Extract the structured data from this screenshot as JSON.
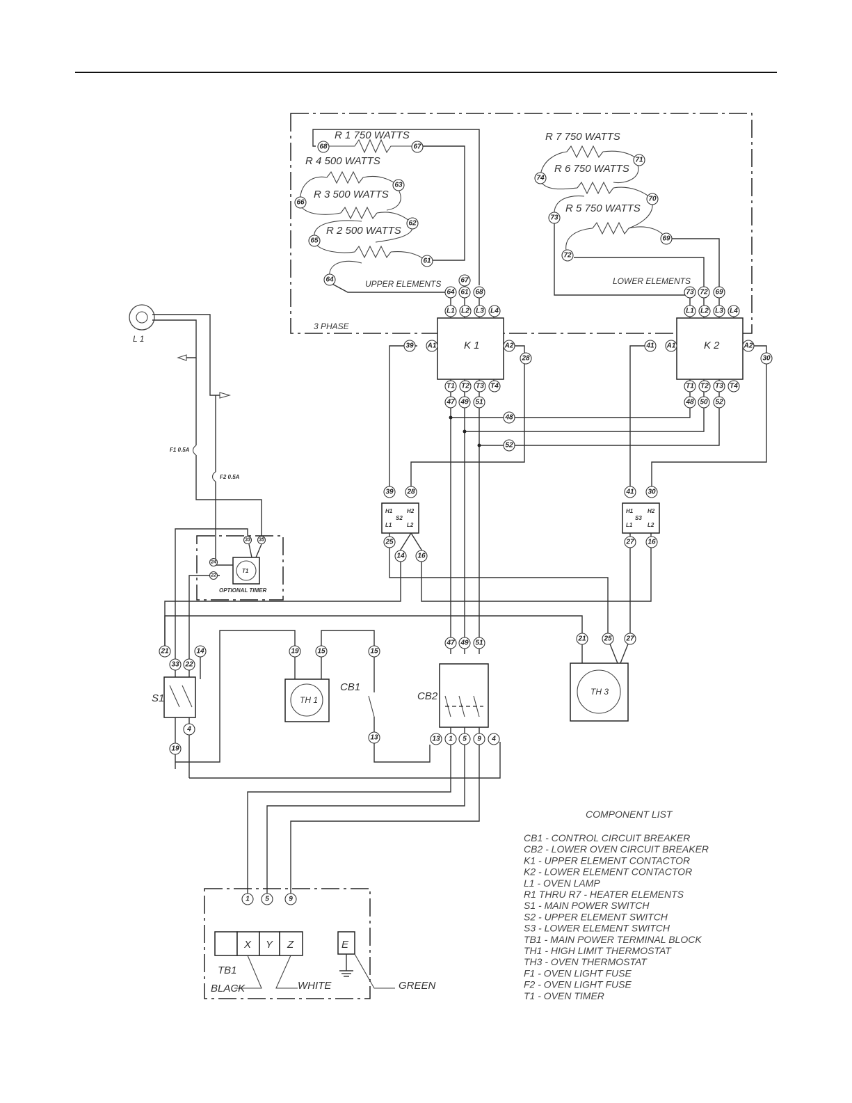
{
  "resistors": {
    "r1": "R 1  750 WATTS",
    "r2": "R 2  500 WATTS",
    "r3": "R 3  500 WATTS",
    "r4": "R 4  500 WATTS",
    "r5": "R 5  750 WATTS",
    "r6": "R 6  750 WATTS",
    "r7": "R 7  750 WATTS"
  },
  "groups": {
    "upper": "UPPER ELEMENTS",
    "lower": "LOWER ELEMENTS",
    "phase": "3 PHASE",
    "timer": "OPTIONAL TIMER"
  },
  "devices": {
    "k1": "K 1",
    "k2": "K 2",
    "l1": "L 1",
    "f1": "F1 0.5A",
    "f2": "F2 0.5A",
    "s1": "S1",
    "s2": "S2",
    "s3": "S3",
    "t1": "T1",
    "th1": "TH 1",
    "th3": "TH 3",
    "cb1": "CB1",
    "cb2": "CB2",
    "tb1": "TB1"
  },
  "contactor_terminals": {
    "top": [
      "L1",
      "L2",
      "L3",
      "L4"
    ],
    "coil_a1": "A1",
    "coil_a2": "A2",
    "bottom": [
      "T1",
      "T2",
      "T3",
      "T4"
    ]
  },
  "switch_terminals": {
    "h1": "H1",
    "h2": "H2",
    "l1": "L1",
    "l2": "L2"
  },
  "terminal_block": {
    "x": "X",
    "y": "Y",
    "z": "Z",
    "e": "E"
  },
  "wire_colors": {
    "black": "BLACK",
    "white": "WHITE",
    "green": "GREEN"
  },
  "component_list": {
    "title": "COMPONENT LIST",
    "items": [
      "CB1 - CONTROL CIRCUIT BREAKER",
      "CB2 - LOWER OVEN CIRCUIT BREAKER",
      "K1 - UPPER ELEMENT CONTACTOR",
      "K2 - LOWER ELEMENT CONTACTOR",
      "L1 - OVEN LAMP",
      "R1 THRU R7 - HEATER ELEMENTS",
      "S1 - MAIN POWER SWITCH",
      "S2 - UPPER ELEMENT SWITCH",
      "S3 - LOWER ELEMENT SWITCH",
      "TB1 - MAIN POWER TERMINAL BLOCK",
      "TH1 - HIGH LIMIT THERMOSTAT",
      "TH3 - OVEN THERMOSTAT",
      "F1 - OVEN LIGHT FUSE",
      "F2 - OVEN LIGHT FUSE",
      "T1 - OVEN TIMER"
    ]
  },
  "wire_numbers": {
    "upper": [
      "68",
      "67",
      "63",
      "66",
      "62",
      "65",
      "61",
      "64",
      "67",
      "64",
      "61",
      "68"
    ],
    "lower": [
      "71",
      "74",
      "70",
      "73",
      "69",
      "72",
      "73",
      "72",
      "69"
    ],
    "k1": [
      "39",
      "28",
      "47",
      "49",
      "51",
      "48",
      "52"
    ],
    "k2": [
      "41",
      "30",
      "48",
      "50",
      "52"
    ],
    "s2": [
      "39",
      "28",
      "25",
      "14",
      "16"
    ],
    "s3": [
      "41",
      "30",
      "27",
      "16"
    ],
    "timer": [
      "33",
      "35",
      "24",
      "22"
    ],
    "s1": [
      "21",
      "33",
      "22",
      "14",
      "4",
      "19"
    ],
    "th1": [
      "19",
      "15"
    ],
    "cb1": [
      "15",
      "13"
    ],
    "cb2_top": [
      "47",
      "49",
      "51"
    ],
    "cb2_bottom": [
      "13",
      "1",
      "5",
      "9",
      "4"
    ],
    "th3": [
      "21",
      "25",
      "27"
    ],
    "tb1": [
      "1",
      "5",
      "9"
    ]
  }
}
